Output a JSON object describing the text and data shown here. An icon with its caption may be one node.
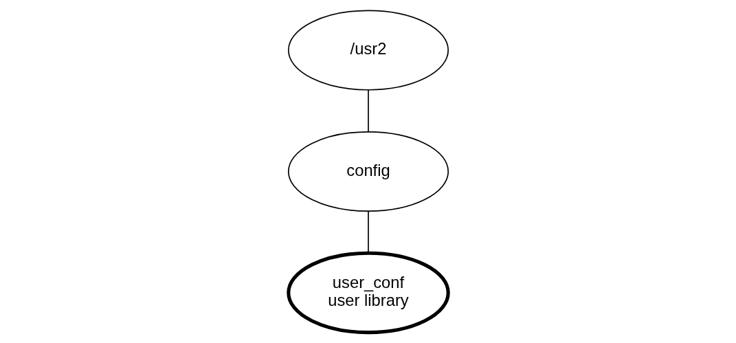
{
  "diagram": {
    "nodes": [
      {
        "text": [
          "/usr2"
        ]
      },
      {
        "text": [
          "config"
        ]
      },
      {
        "text": [
          "user_conf",
          "user library"
        ]
      }
    ],
    "edges": [
      {
        "from": 0,
        "to": 1,
        "arrow": "none"
      },
      {
        "from": 1,
        "to": 2,
        "arrow": "none"
      }
    ]
  }
}
